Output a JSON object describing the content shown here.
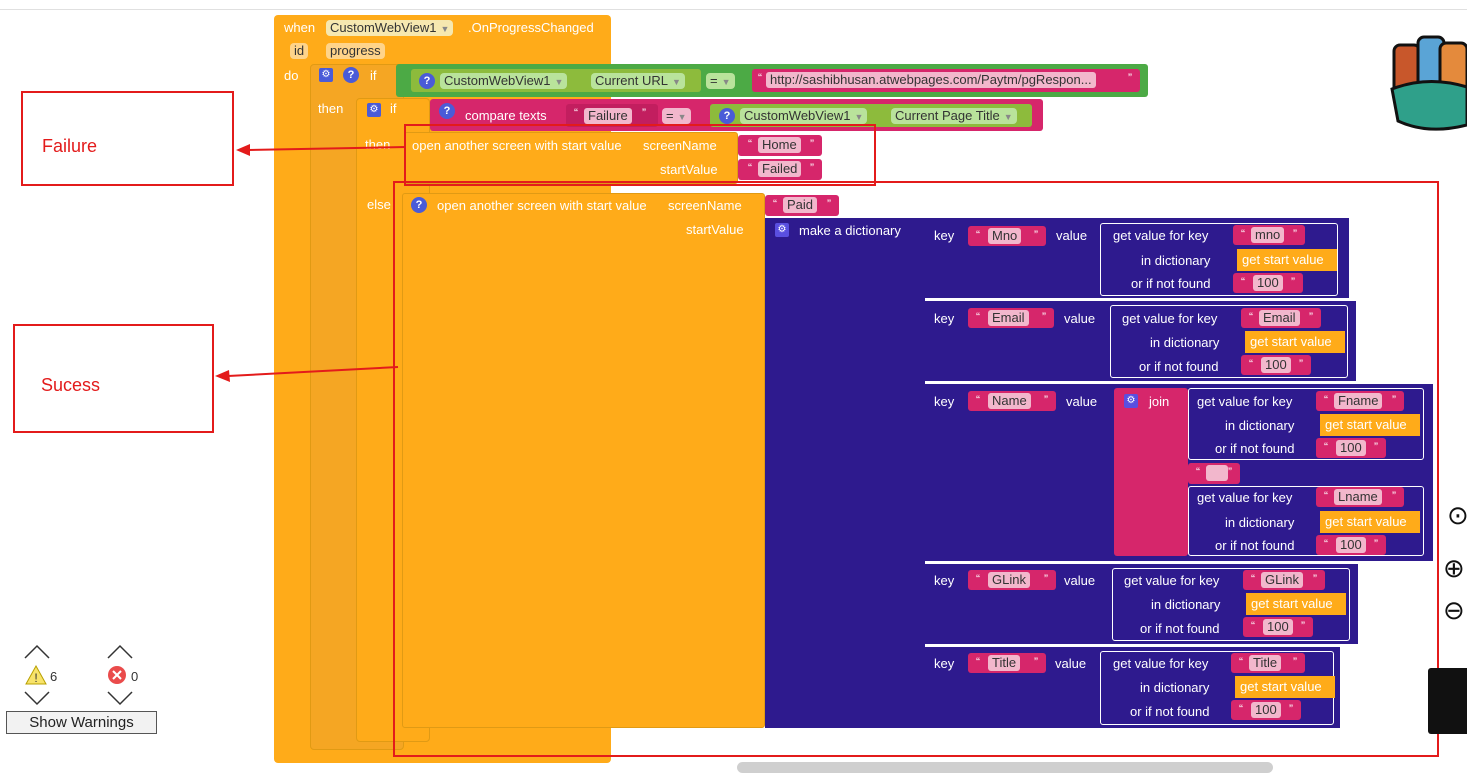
{
  "event": {
    "when_label": "when",
    "component": "CustomWebView1",
    "event_name": ".OnProgressChanged",
    "param_id": "id",
    "param_progress": "progress",
    "do_label": "do"
  },
  "outer_if": {
    "if_label": "if",
    "component": "CustomWebView1",
    "property": "Current URL",
    "operator": "=",
    "url_value": "http://sashibhusan.atwebpages.com/Paytm/pgRespon...",
    "then_label": "then"
  },
  "inner_if": {
    "if_label": "if",
    "compare_label": "compare texts",
    "text_value": "Failure",
    "operator": "=",
    "component": "CustomWebView1",
    "property": "Current Page Title",
    "then_label": "then",
    "else_label": "else"
  },
  "open_failed": {
    "label": "open another screen with start value",
    "screen_label": "screenName",
    "screen_value": "Home",
    "start_label": "startValue",
    "start_value": "Failed"
  },
  "open_paid": {
    "label": "open another screen with start value",
    "screen_label": "screenName",
    "screen_value": "Paid",
    "start_label": "startValue",
    "dict_label": "make a dictionary"
  },
  "labels": {
    "key": "key",
    "value": "value",
    "get_value": "get value for key",
    "in_dict": "in dictionary",
    "not_found": "or if not found",
    "get_start": "get start value",
    "join": "join",
    "hundred": "100",
    "space": " "
  },
  "pairs": [
    {
      "key": "Mno",
      "lookup": "mno"
    },
    {
      "key": "Email",
      "lookup": "Email"
    },
    {
      "key": "Name",
      "lookup1": "Fname",
      "lookup2": "Lname"
    },
    {
      "key": "GLink",
      "lookup": "GLink"
    },
    {
      "key": "Title",
      "lookup": "Title"
    }
  ],
  "annotations": {
    "failure": "Failure",
    "success": "Sucess"
  },
  "warnings": {
    "warn_count": "6",
    "error_count": "0",
    "button": "Show Warnings"
  },
  "colors": {
    "event": "#ffab19",
    "logic": "#4caa45",
    "text": "#d6266b",
    "dict": "#2e1a8e",
    "annotation": "#e31b1b"
  }
}
